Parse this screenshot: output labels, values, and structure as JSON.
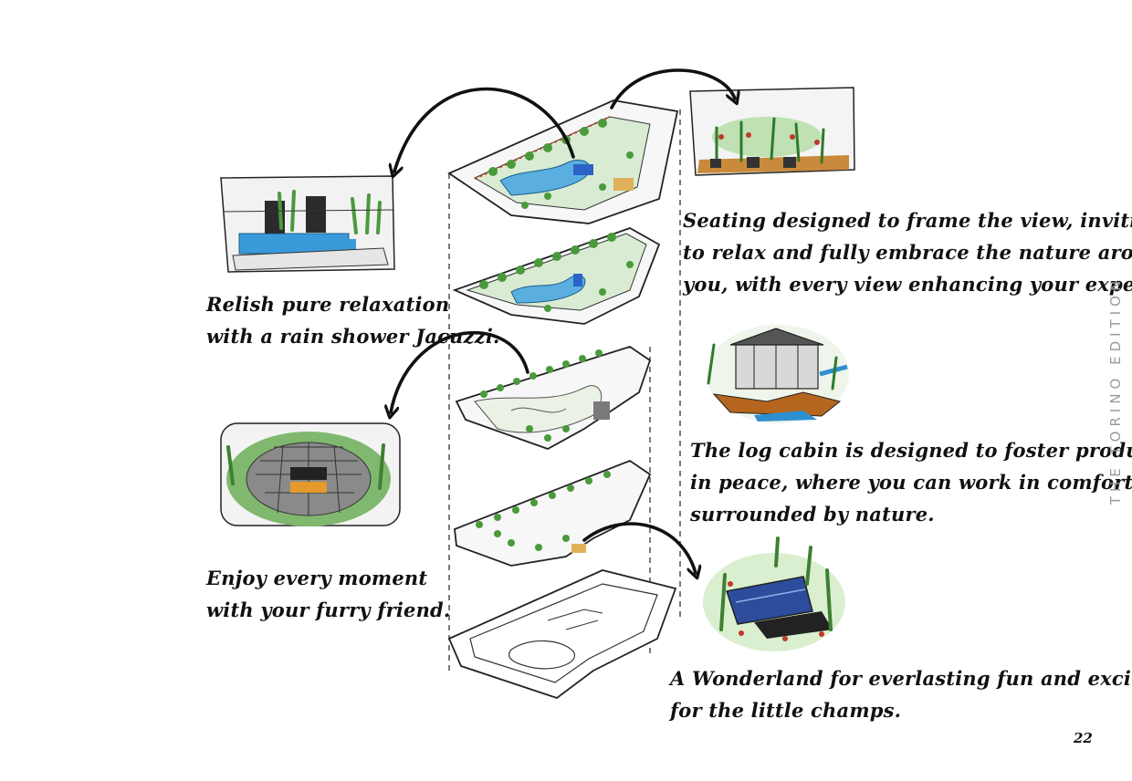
{
  "side_title": "THE TORINO EDITION",
  "page_number": "22",
  "captions": {
    "jacuzzi": [
      "Relish pure relaxation",
      "with a rain shower Jacuzzi."
    ],
    "seating": [
      "Seating designed to frame the view, inviting you",
      "to relax and fully embrace the nature around",
      "you, with every view enhancing your experience."
    ],
    "cabin": [
      "The log cabin is designed to foster productivity",
      "in peace, where you can work in comfort while",
      "surrounded by nature."
    ],
    "pet": [
      "Enjoy every moment",
      "with your furry friend."
    ],
    "kids": [
      "A Wonderland for everlasting fun and excitement",
      "for the little champs."
    ]
  },
  "colors": {
    "ink": "#111111",
    "water": "#2e8fd0",
    "green": "#4a9a3c",
    "lightgreen": "#a9d39a",
    "wood": "#b5651d",
    "side_text": "#9a9a9a"
  }
}
